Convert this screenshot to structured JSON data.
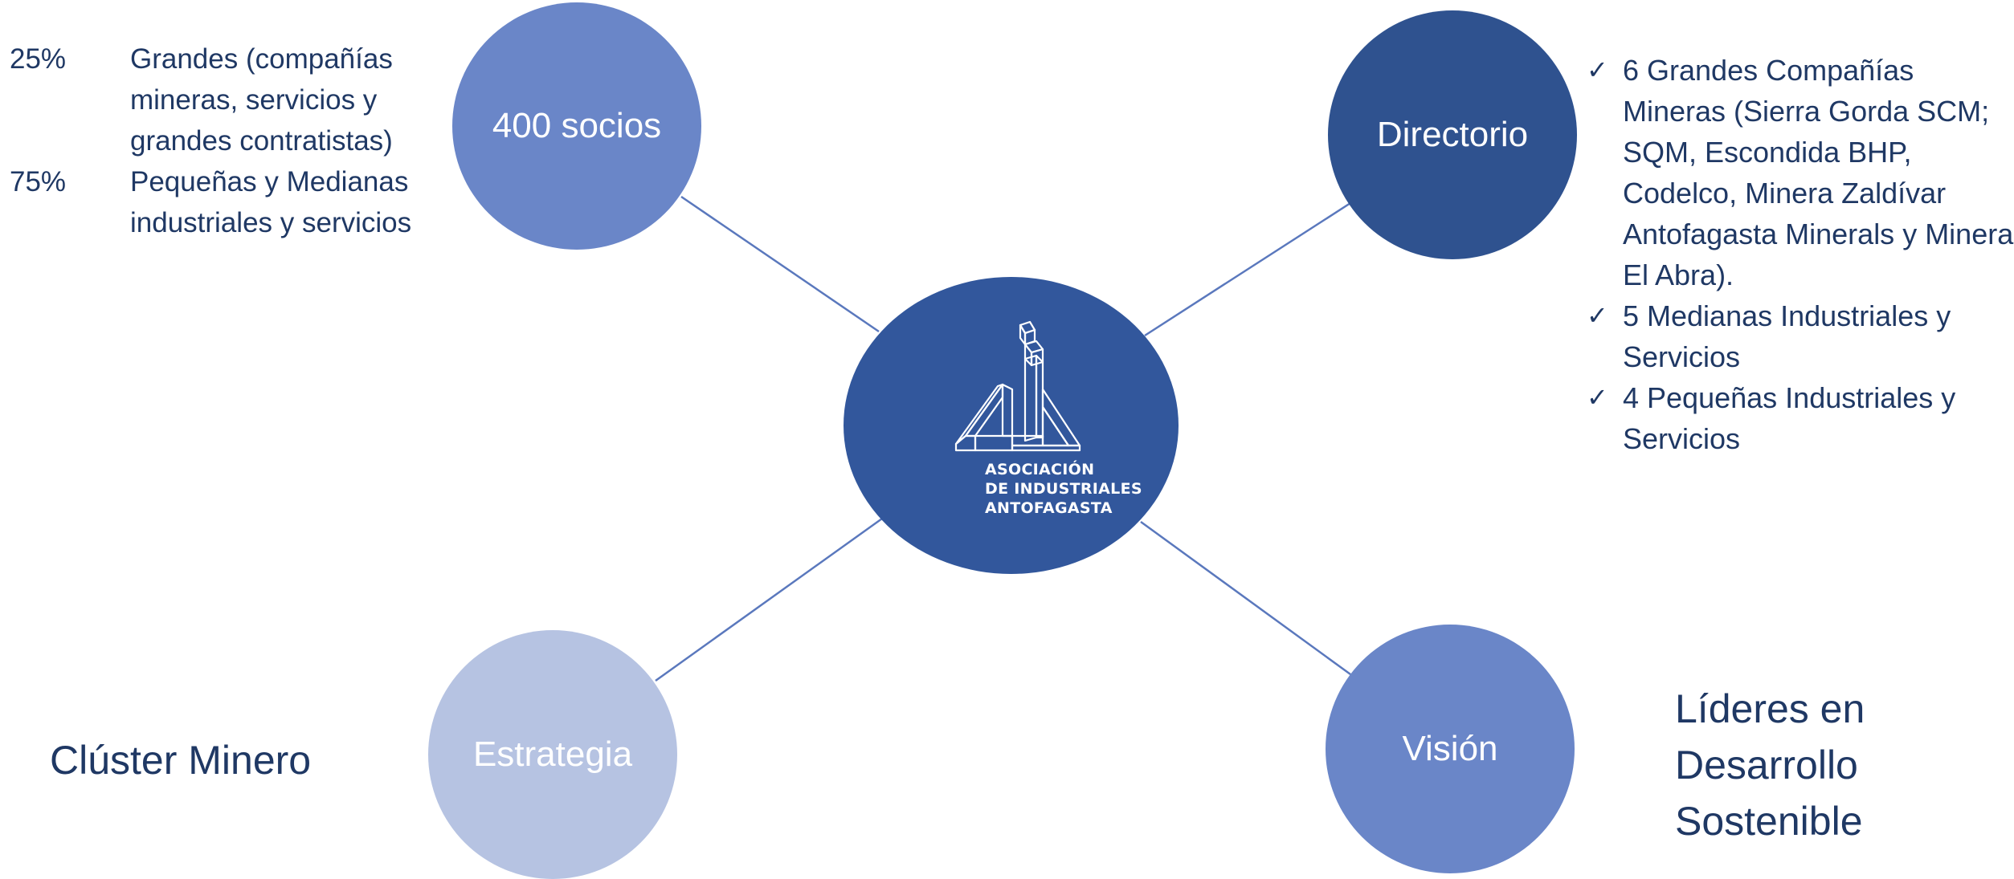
{
  "center": {
    "logo_lines": [
      "ASOCIACIÓN",
      "DE INDUSTRIALES",
      "ANTOFAGASTA"
    ]
  },
  "nodes": {
    "socios": "400 socios",
    "directorio": "Directorio",
    "estrategia": "Estrategia",
    "vision": "Visión"
  },
  "socios_breakdown": [
    {
      "pct": "25%",
      "desc": "Grandes (compañías mineras, servicios y grandes contratistas)"
    },
    {
      "pct": "75%",
      "desc": "Pequeñas y Medianas industriales y servicios"
    }
  ],
  "directorio_items": [
    "6 Grandes Compañías Mineras (Sierra Gorda SCM; SQM, Escondida BHP, Codelco, Minera Zaldívar Antofagasta Minerals y Minera El Abra).",
    "5 Medianas Industriales y Servicios",
    "4 Pequeñas Industriales y Servicios"
  ],
  "estrategia_text": "Clúster Minero",
  "vision_text_lines": [
    "Líderes en",
    "Desarrollo",
    "Sostenible"
  ],
  "colors": {
    "socios_node": "#6a86c8",
    "directorio_node": "#2f528f",
    "estrategia_node": "#b6c3e2",
    "vision_node": "#6a86c8",
    "center_node": "#32579c",
    "connector": "#5a78bd",
    "text": "#1f3864"
  },
  "icons": {
    "check": "check-icon",
    "logo": "aia-logo"
  }
}
